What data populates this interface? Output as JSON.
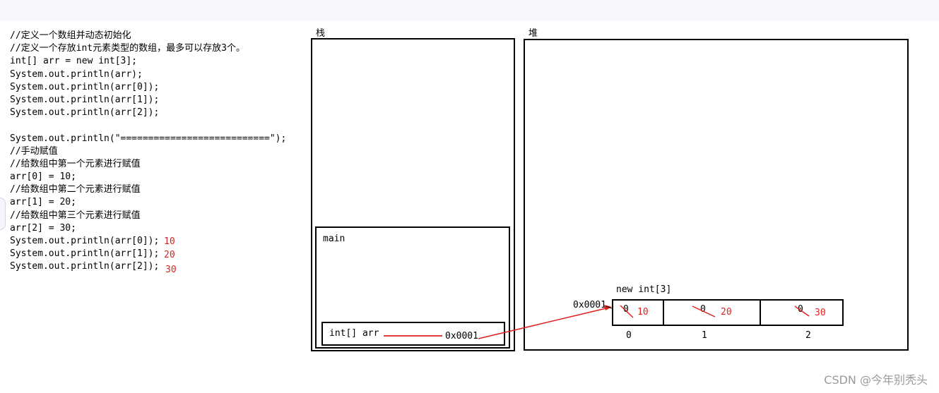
{
  "code_lines": [
    "//定义一个数组并动态初始化",
    "//定义一个存放int元素类型的数组，最多可以存放3个。",
    "int[] arr = new int[3];",
    "System.out.println(arr);",
    "System.out.println(arr[0]);",
    "System.out.println(arr[1]);",
    "System.out.println(arr[2]);",
    "",
    "System.out.println(\"===========================\");",
    "//手动赋值",
    "//给数组中第一个元素进行赋值",
    "arr[0] = 10;",
    "//给数组中第二个元素进行赋值",
    "arr[1] = 20;",
    "//给数组中第三个元素进行赋值",
    "arr[2] = 30;",
    "System.out.println(arr[0]);",
    "System.out.println(arr[1]);",
    "System.out.println(arr[2]);"
  ],
  "outputs": [
    "10",
    "20",
    "30"
  ],
  "stack": {
    "title": "栈",
    "frame_label": "main",
    "var_label": "int[] arr",
    "var_value": "0x0001"
  },
  "heap": {
    "title": "堆",
    "array_label": "new int[3]",
    "address": "0x0001",
    "cells": [
      {
        "old": "0",
        "new": "10",
        "index": "0"
      },
      {
        "old": "0",
        "new": "20",
        "index": "1"
      },
      {
        "old": "0",
        "new": "30",
        "index": "2"
      }
    ]
  },
  "watermark": "CSDN @今年别秃头",
  "colors": {
    "annotation": "#e0201e",
    "line": "#000000"
  }
}
